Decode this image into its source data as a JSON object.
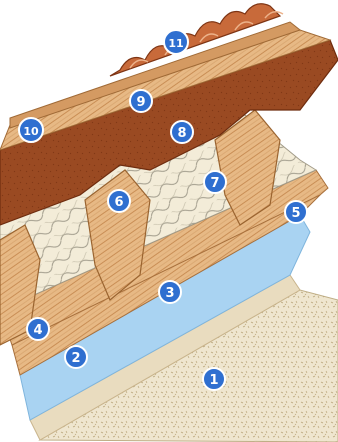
{
  "diagram": {
    "type": "roof-layer-cross-section",
    "colors": {
      "plaster": "#efe7d2",
      "vapor_barrier": "#a9d3f2",
      "timber": "#e7b985",
      "insulation": "#f4eedb",
      "board": "#9a4a22",
      "tile": "#c86a3a",
      "badge": "#2f6fd0"
    },
    "labels": [
      {
        "id": "1",
        "text": "1"
      },
      {
        "id": "2",
        "text": "2"
      },
      {
        "id": "3",
        "text": "3"
      },
      {
        "id": "4",
        "text": "4"
      },
      {
        "id": "5",
        "text": "5"
      },
      {
        "id": "6",
        "text": "6"
      },
      {
        "id": "7",
        "text": "7"
      },
      {
        "id": "8",
        "text": "8"
      },
      {
        "id": "9",
        "text": "9"
      },
      {
        "id": "10",
        "text": "10"
      },
      {
        "id": "11",
        "text": "11"
      }
    ]
  }
}
